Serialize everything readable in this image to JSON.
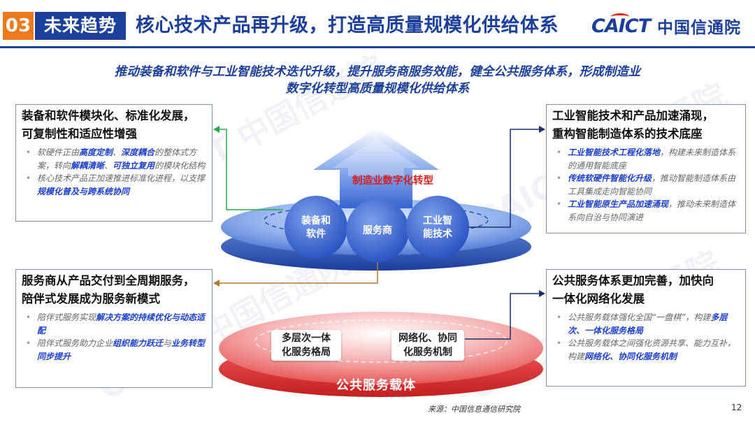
{
  "header": {
    "section_number": "03",
    "section_name": "未来趋势",
    "title": "核心技术产品再升级，打造高质量规模化供给体系",
    "logo_text": "CAICT",
    "logo_cn": "中国信通院"
  },
  "subtitle": {
    "line1": "推动装备和软件与工业智能技术迭代升级，提升服务商服务效能，健全公共服务体系，形成制造业",
    "line2": "数字化转型高质量规模化供给体系"
  },
  "box_top_left": {
    "heading_line1": "装备和软件模块化、标准化发展，",
    "heading_line2": "可复制性和适应性增强",
    "b1": [
      "软硬件正由",
      "高度定制",
      "、",
      "深度耦合",
      "的整体式方案，转向",
      "解耦清晰",
      "、",
      "可独立复用",
      "的模块化结构"
    ],
    "b2": [
      "核心技术产品正加速推进标准化进程，以支撑",
      "规模化普及与跨系统协同"
    ]
  },
  "box_top_right": {
    "heading_line1": "工业智能技术和产品加速涌现，",
    "heading_line2": "重构智能制造体系的技术底座",
    "b1": [
      "工业智能技术工程化落地",
      "，构建未来制造体系的通用智能底座"
    ],
    "b2": [
      "传统软硬件智能化升级",
      "，推动智能制造体系由工具集成走向智能协同"
    ],
    "b3": [
      "工业智能原生产品加速涌现",
      "，推动未来制造体系向自治与协同演进"
    ]
  },
  "box_bottom_left": {
    "heading_line1": "服务商从产品交付到全周期服务，",
    "heading_line2": "陪伴式发展成为服务新模式",
    "b1": [
      "陪伴式服务实现",
      "解决方案的持续优化与动态适配"
    ],
    "b2": [
      "陪伴式服务助力企业",
      "组织能力跃迁",
      "与",
      "业务转型同步提升"
    ]
  },
  "box_bottom_right": {
    "heading_line1": "公共服务体系更加完善，加快向",
    "heading_line2": "一体化网络化发展",
    "b1": [
      "公共服务载体强化全国“一盘棋”，构建",
      "多层次、一体化服务格局"
    ],
    "b2": [
      "公共服务载体之间强化资源共享、能力互补，构建",
      "网络化、协同化服务机制"
    ]
  },
  "diagram": {
    "mfg_transformation": "制造业数字化转型",
    "circle_equipment": [
      "装备和",
      "软件"
    ],
    "circle_service": "服务商",
    "circle_ai": [
      "工业智",
      "能技术"
    ],
    "chip_multilevel": [
      "多层次一体",
      "化服务格局"
    ],
    "chip_network": [
      "网络化、协同",
      "化服务机制"
    ],
    "public_carrier": "公共服务载体"
  },
  "footer": {
    "source": "来源：中国信息通信研究院",
    "page": "12"
  },
  "watermark": "CAICT 中国信通院",
  "colors": {
    "section_number_bg": "#ec7a1c",
    "navy": "#1b3f9a",
    "highlight_blue": "#1b3fd0",
    "red": "#e23b3b",
    "green_arrow": "#2aa84a",
    "orange_arrow": "#b8772e"
  }
}
